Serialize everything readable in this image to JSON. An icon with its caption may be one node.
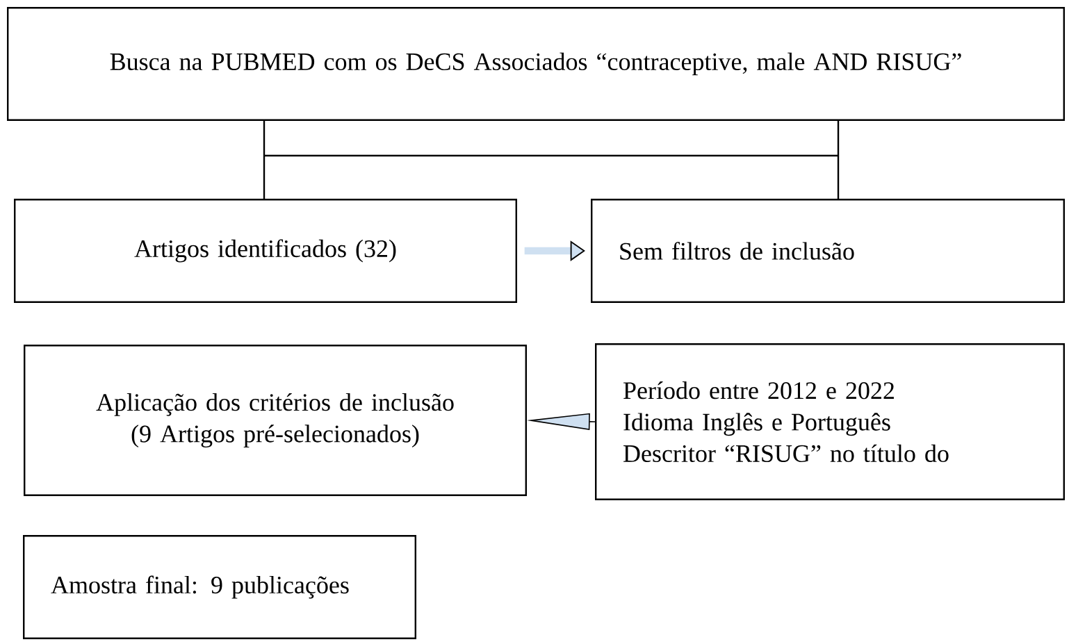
{
  "diagram": {
    "nodes": [
      {
        "text": [
          "Busca na PUBMED com os DeCS Associados “contraceptive, male AND RISUG”"
        ]
      },
      {
        "text": [
          "Artigos identificados (32)"
        ]
      },
      {
        "text": [
          "Sem filtros de inclusão"
        ]
      },
      {
        "text": [
          "Aplicação dos critérios de inclusão (9 Artigos pré-selecionados)"
        ]
      },
      {
        "text": [
          "Período entre 2012 e 2022",
          "Idioma Inglês e Português",
          "Descritor  “RISUG” no título do"
        ]
      },
      {
        "text": [
          "Amostra final: 9 publicações"
        ]
      }
    ],
    "edges": [
      {
        "from": 0,
        "to": 1,
        "arrow": "none"
      },
      {
        "from": 0,
        "to": 2,
        "arrow": "none"
      },
      {
        "from": 1,
        "to": 2,
        "arrow": "to",
        "style": "thick",
        "color": "#cfe0f1"
      },
      {
        "from": 4,
        "to": 3,
        "arrow": "to"
      }
    ]
  }
}
